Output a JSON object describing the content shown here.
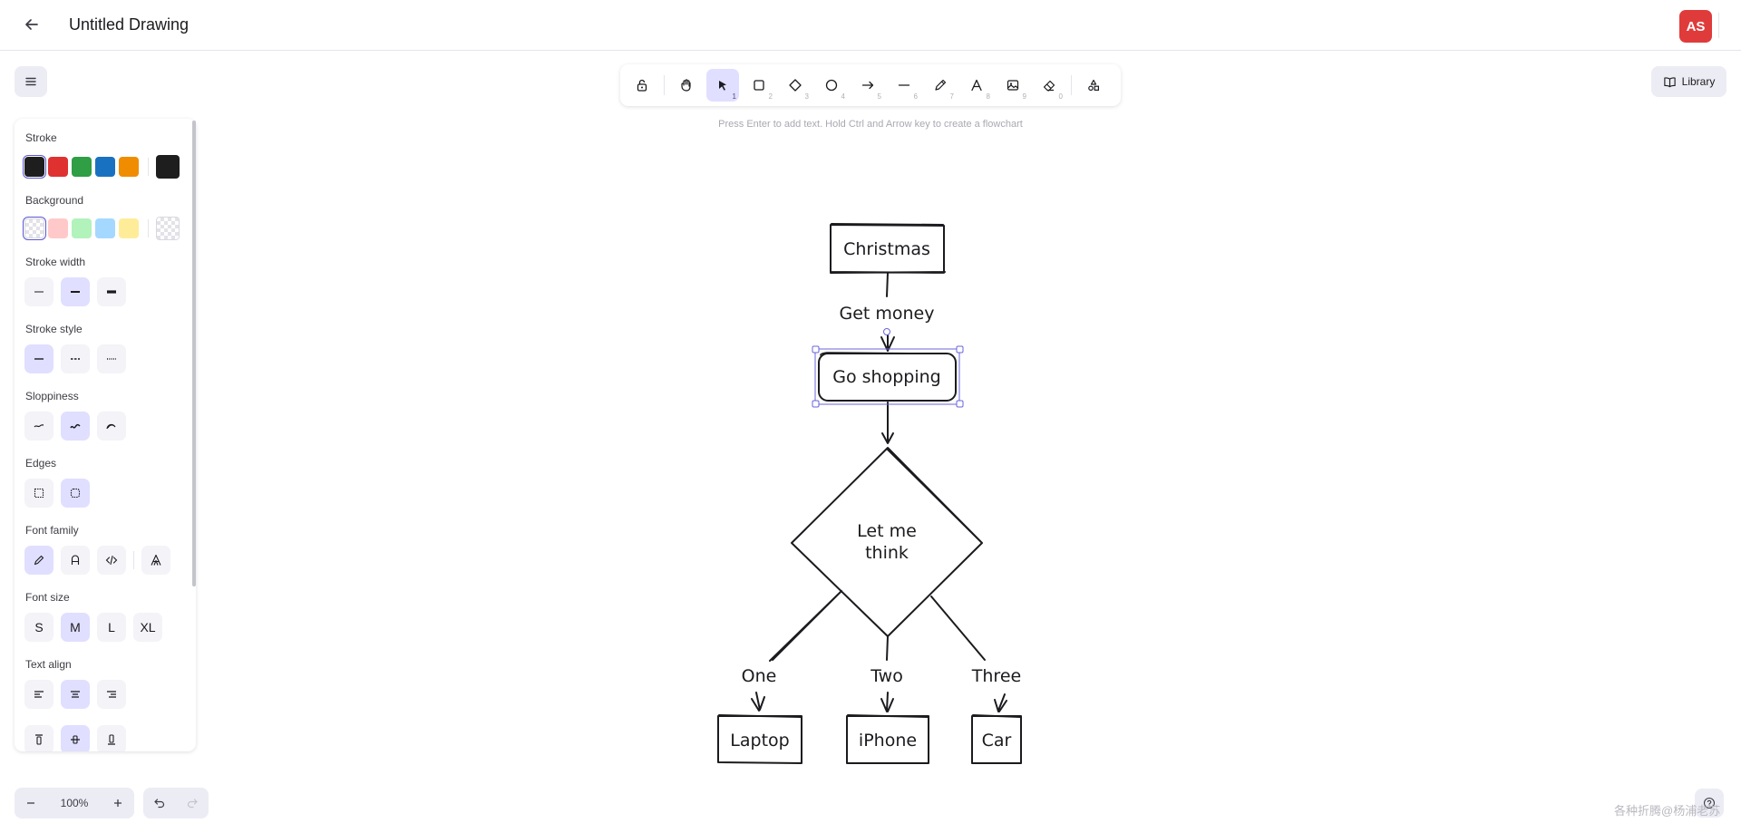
{
  "header": {
    "title": "Untitled Drawing",
    "avatar_initials": "AS",
    "avatar_color": "#e03b3b"
  },
  "toolbar": {
    "tools": [
      {
        "name": "lock",
        "key": ""
      },
      {
        "name": "hand",
        "key": ""
      },
      {
        "name": "selection",
        "key": "1"
      },
      {
        "name": "rectangle",
        "key": "2"
      },
      {
        "name": "diamond",
        "key": "3"
      },
      {
        "name": "ellipse",
        "key": "4"
      },
      {
        "name": "arrow",
        "key": "5"
      },
      {
        "name": "line",
        "key": "6"
      },
      {
        "name": "draw",
        "key": "7"
      },
      {
        "name": "text",
        "key": "8"
      },
      {
        "name": "image",
        "key": "9"
      },
      {
        "name": "eraser",
        "key": "0"
      },
      {
        "name": "extra-tools",
        "key": ""
      }
    ],
    "active_tool": "selection",
    "hint": "Press Enter to add text. Hold Ctrl and Arrow key to create a flowchart"
  },
  "library": {
    "label": "Library"
  },
  "panel": {
    "stroke_label": "Stroke",
    "stroke_colors": [
      "#1e1e1e",
      "#e03131",
      "#2f9e44",
      "#1971c2",
      "#f08c00"
    ],
    "stroke_current": "#1e1e1e",
    "background_label": "Background",
    "background_colors": [
      "transparent",
      "#ffc9c9",
      "#b2f2bb",
      "#a5d8ff",
      "#ffec99"
    ],
    "background_current": "transparent",
    "stroke_width_label": "Stroke width",
    "stroke_style_label": "Stroke style",
    "sloppiness_label": "Sloppiness",
    "edges_label": "Edges",
    "font_family_label": "Font family",
    "font_size_label": "Font size",
    "font_sizes": [
      "S",
      "M",
      "L",
      "XL"
    ],
    "text_align_label": "Text align"
  },
  "zoom": {
    "value": "100%"
  },
  "watermark": "各种折腾@杨浦老苏",
  "diagram": {
    "nodes": {
      "christmas": "Christmas",
      "get_money": "Get money",
      "go_shopping": "Go shopping",
      "let_me_think_line1": "Let me",
      "let_me_think_line2": "think",
      "one": "One",
      "two": "Two",
      "three": "Three",
      "laptop": "Laptop",
      "iphone": "iPhone",
      "car": "Car"
    }
  }
}
